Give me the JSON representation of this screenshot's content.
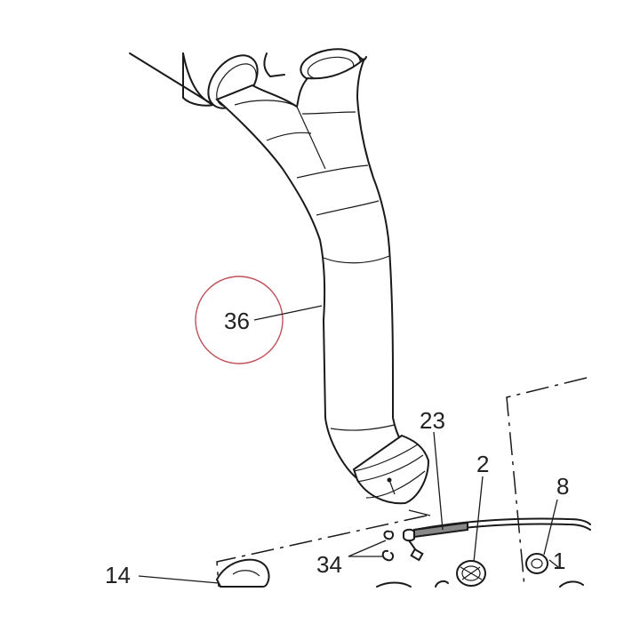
{
  "labels": {
    "part_36": "36",
    "part_23": "23",
    "part_2": "2",
    "part_8": "8",
    "part_1": "1",
    "part_34": "34",
    "part_14": "14"
  },
  "colors": {
    "line": "#1a1a1a",
    "highlight_circle": "#c0505a",
    "background": "#ffffff"
  }
}
